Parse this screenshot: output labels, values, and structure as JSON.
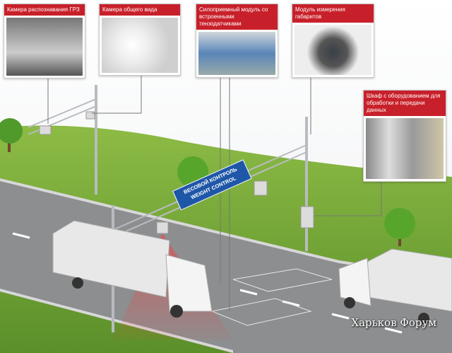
{
  "cards": [
    {
      "label": "Камера распознавания ГРЗ",
      "icon": "plate-recognition-camera-photo"
    },
    {
      "label": "Камера общего вида",
      "icon": "overview-camera-photo"
    },
    {
      "label": "Силоприемный модуль со встроенными тензодатчиками",
      "icon": "weigh-module-photo"
    },
    {
      "label": "Модуль измерения габаритов",
      "icon": "dimension-scanner-photo"
    },
    {
      "label": "Шкаф с оборудованием для обработки и передачи данных",
      "icon": "equipment-cabinet-photo"
    }
  ],
  "sign": {
    "line1": "ВЕСОВОЙ КОНТРОЛЬ",
    "line2": "WEIGHT CONTROL"
  },
  "watermark": "Харьков Форум",
  "colors": {
    "accent": "#c8202a",
    "road": "#8c8e90",
    "grass": "#6fa336",
    "sign": "#1f57a8"
  }
}
